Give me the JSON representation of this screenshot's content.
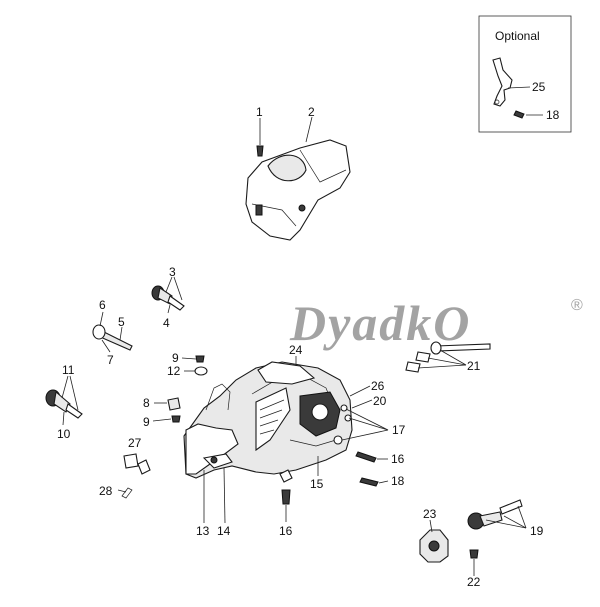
{
  "diagram": {
    "optional_title": "Optional",
    "watermark": "DyadkO",
    "watermark_mark": "®",
    "labels": [
      {
        "id": "l1",
        "text": "1"
      },
      {
        "id": "l2",
        "text": "2"
      },
      {
        "id": "l3",
        "text": "3"
      },
      {
        "id": "l4",
        "text": "4"
      },
      {
        "id": "l5",
        "text": "5"
      },
      {
        "id": "l6",
        "text": "6"
      },
      {
        "id": "l7",
        "text": "7"
      },
      {
        "id": "l8",
        "text": "8"
      },
      {
        "id": "l9a",
        "text": "9"
      },
      {
        "id": "l9b",
        "text": "9"
      },
      {
        "id": "l10",
        "text": "10"
      },
      {
        "id": "l11",
        "text": "11"
      },
      {
        "id": "l12",
        "text": "12"
      },
      {
        "id": "l13",
        "text": "13"
      },
      {
        "id": "l14",
        "text": "14"
      },
      {
        "id": "l15",
        "text": "15"
      },
      {
        "id": "l16a",
        "text": "16"
      },
      {
        "id": "l16b",
        "text": "16"
      },
      {
        "id": "l17",
        "text": "17"
      },
      {
        "id": "l18a",
        "text": "18"
      },
      {
        "id": "l18b",
        "text": "18"
      },
      {
        "id": "l19",
        "text": "19"
      },
      {
        "id": "l20",
        "text": "20"
      },
      {
        "id": "l21",
        "text": "21"
      },
      {
        "id": "l22",
        "text": "22"
      },
      {
        "id": "l23",
        "text": "23"
      },
      {
        "id": "l24",
        "text": "24"
      },
      {
        "id": "l25",
        "text": "25"
      },
      {
        "id": "l26",
        "text": "26"
      },
      {
        "id": "l27",
        "text": "27"
      },
      {
        "id": "l28",
        "text": "28"
      }
    ]
  }
}
